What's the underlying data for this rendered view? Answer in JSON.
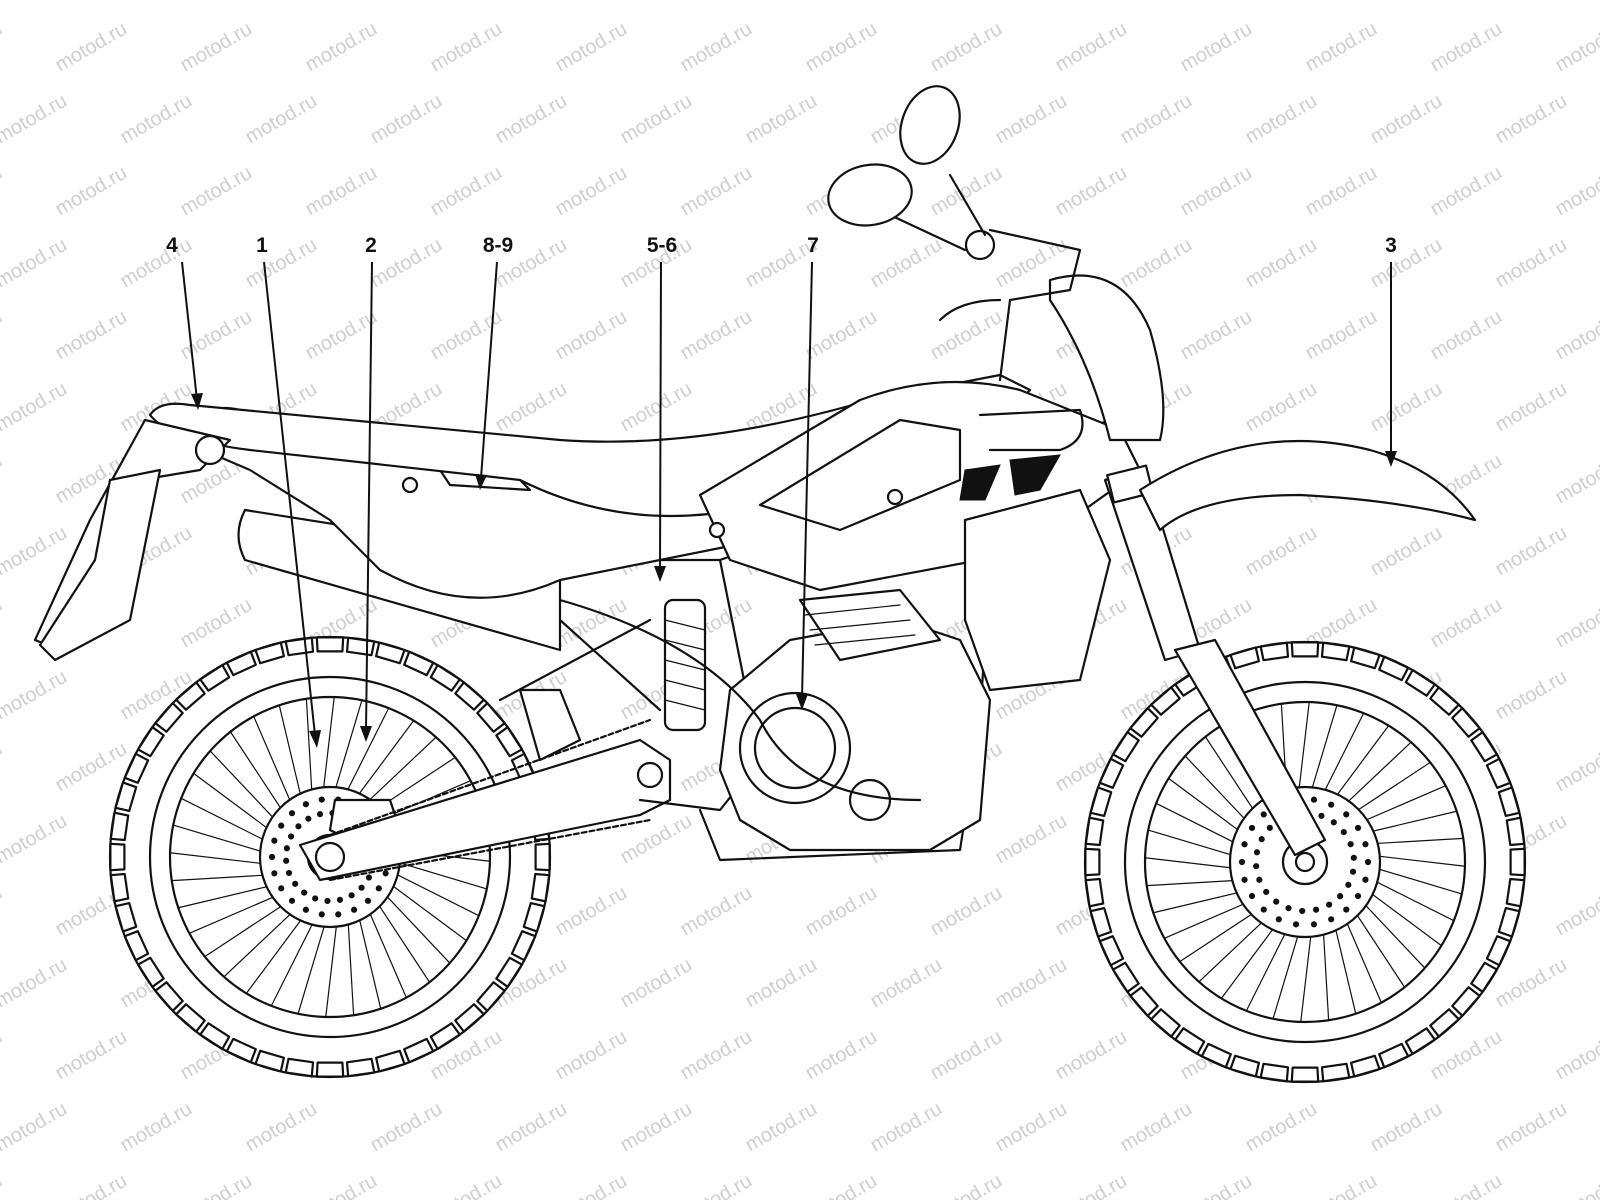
{
  "diagram": {
    "colors": {
      "ink": "#111111",
      "watermark": "#cfcfcf",
      "background": "#ffffff"
    },
    "watermark": {
      "text": "motod.ru"
    },
    "callouts": [
      {
        "id": "4",
        "label": "4"
      },
      {
        "id": "1",
        "label": "1"
      },
      {
        "id": "2",
        "label": "2"
      },
      {
        "id": "8-9",
        "label": "8-9"
      },
      {
        "id": "5-6",
        "label": "5-6"
      },
      {
        "id": "7",
        "label": "7"
      },
      {
        "id": "3",
        "label": "3"
      }
    ]
  }
}
